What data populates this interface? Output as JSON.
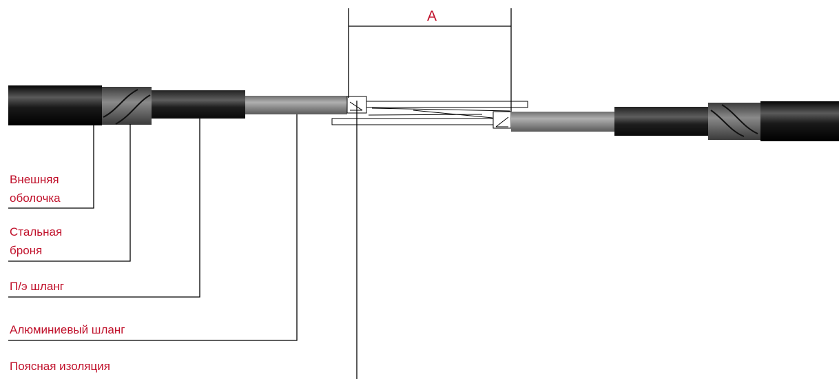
{
  "diagram": {
    "dimension_label": "A",
    "labels": {
      "outer_sheath": [
        "Внешняя",
        "оболочка"
      ],
      "steel_armor": [
        "Стальная",
        "броня"
      ],
      "pe_hose": "П/э шланг",
      "aluminum_hose": "Алюминиевый шланг",
      "belt_insulation": "Поясная изоляция"
    },
    "colors": {
      "text": "#c0102a",
      "line": "#000000",
      "jacket_dark": "#111111",
      "armor_gray": "#6a6a6a",
      "aluminum_gray": "#8c8c8c"
    }
  }
}
